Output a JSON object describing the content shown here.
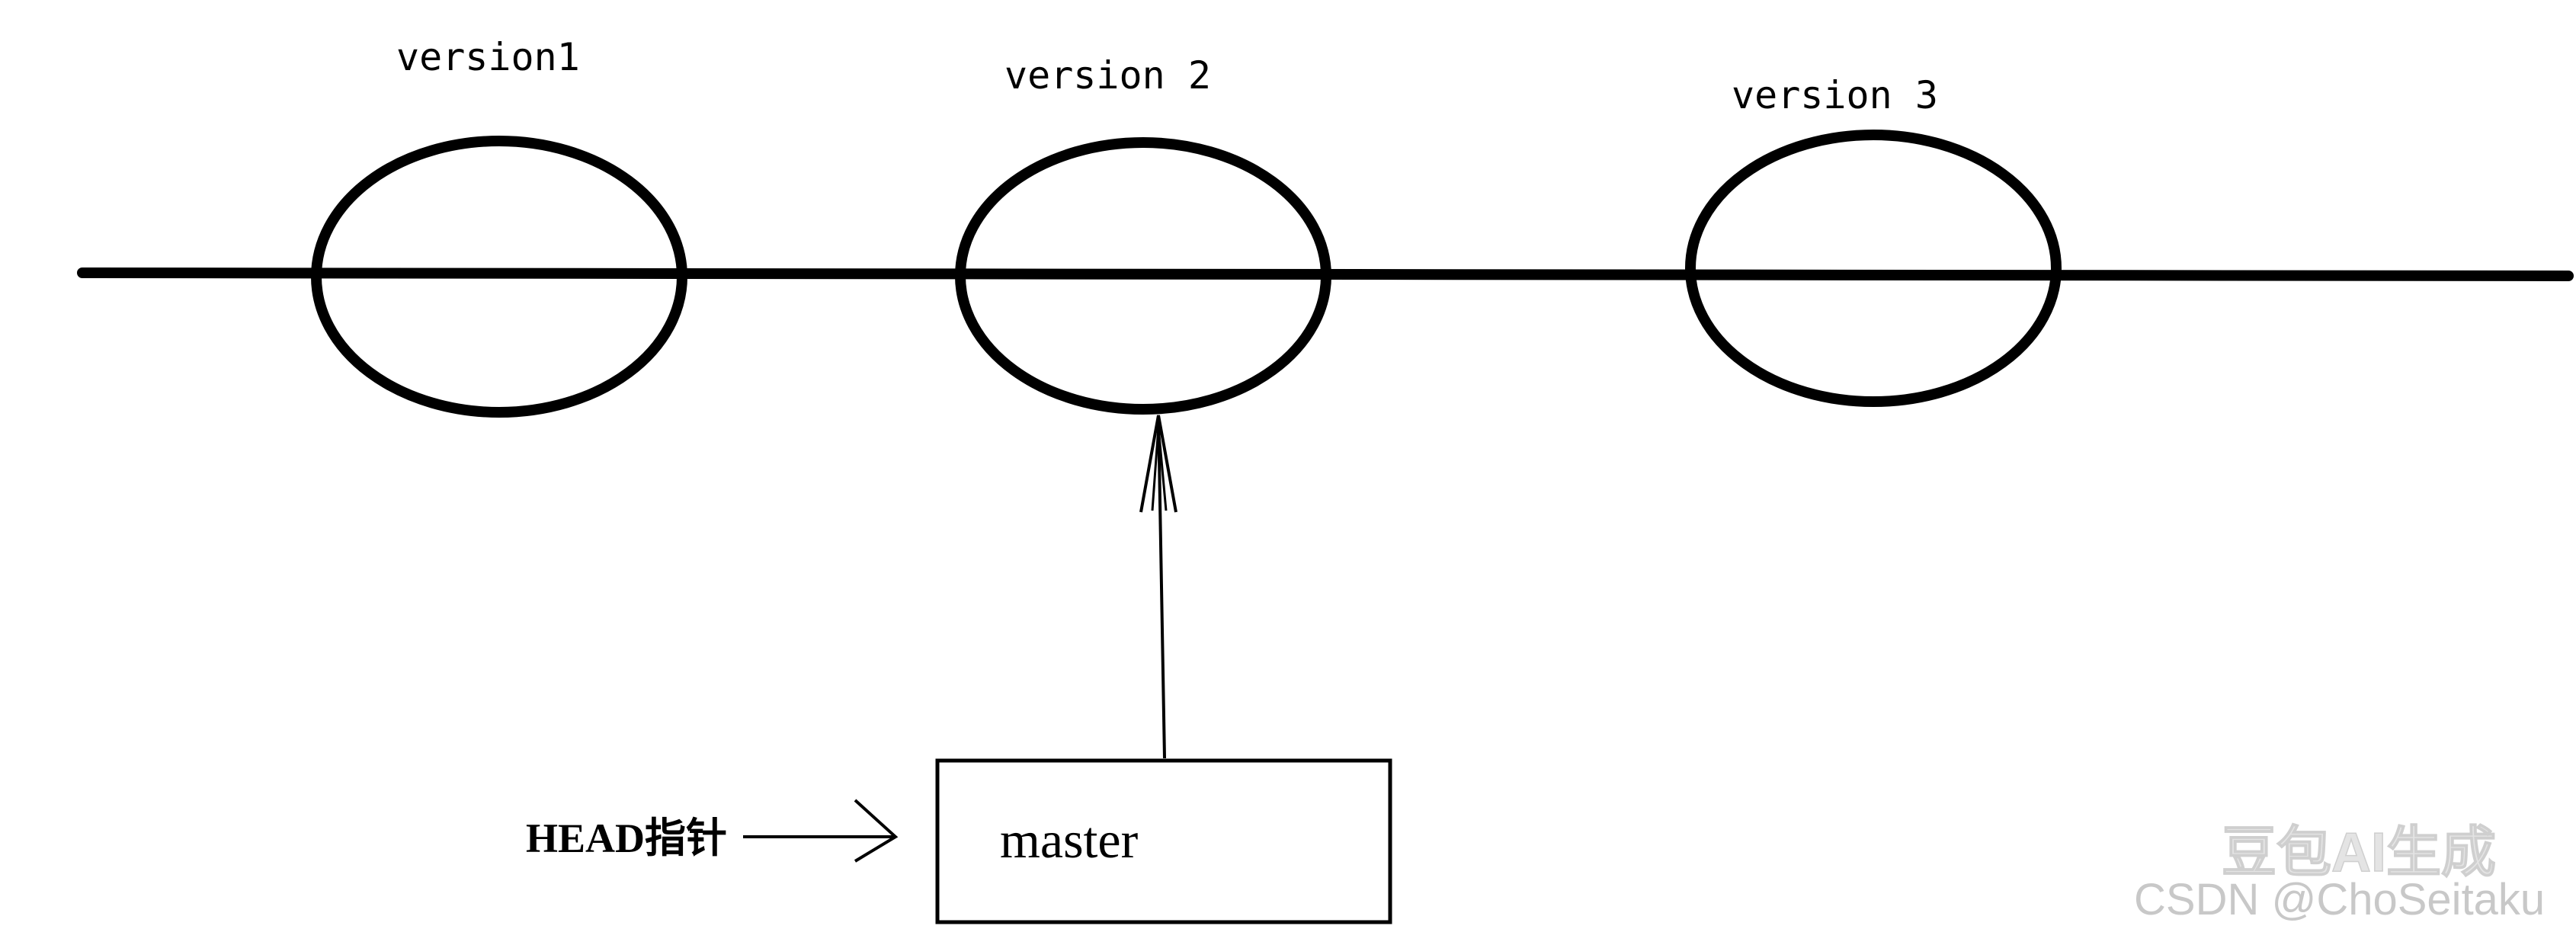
{
  "diagram": {
    "versions": [
      {
        "label": "version1"
      },
      {
        "label": "version 2"
      },
      {
        "label": "version 3"
      }
    ],
    "branch": {
      "label": "master"
    },
    "head": {
      "label": "HEAD指针"
    }
  },
  "watermark": {
    "ai_label": "豆包AI生成",
    "credit": "CSDN @ChoSeitaku"
  }
}
